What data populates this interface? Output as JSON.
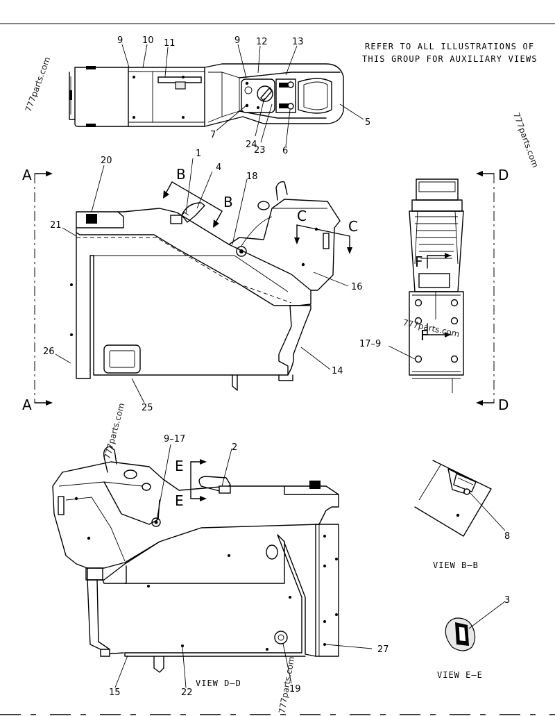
{
  "note": {
    "line1": "REFER TO ALL ILLUSTRATIONS OF",
    "line2": "THIS GROUP FOR AUXILIARY VIEWS"
  },
  "watermark": "777parts.com",
  "callouts": {
    "c1": "1",
    "c2": "2",
    "c3": "3",
    "c4": "4",
    "c5": "5",
    "c6": "6",
    "c7": "7",
    "c8": "8",
    "c9a": "9",
    "c9b": "9",
    "c10": "10",
    "c11": "11",
    "c12": "12",
    "c13": "13",
    "c14": "14",
    "c15": "15",
    "c16": "16",
    "c17_9": "17–9",
    "c18": "18",
    "c19": "19",
    "c20": "20",
    "c21": "21",
    "c22": "22",
    "c23": "23",
    "c24": "24",
    "c25": "25",
    "c26": "26",
    "c27": "27",
    "c9_17": "9–17"
  },
  "sections": {
    "a_top": "A",
    "a_bot": "A",
    "d_top": "D",
    "d_bot": "D",
    "b1": "B",
    "b2": "B",
    "c1": "C",
    "c2": "C",
    "e1": "E",
    "e2": "E",
    "f1": "F",
    "f2": "F"
  },
  "views": {
    "bb": "VIEW B–B",
    "ee": "VIEW E–E",
    "dd": "VIEW D–D"
  }
}
